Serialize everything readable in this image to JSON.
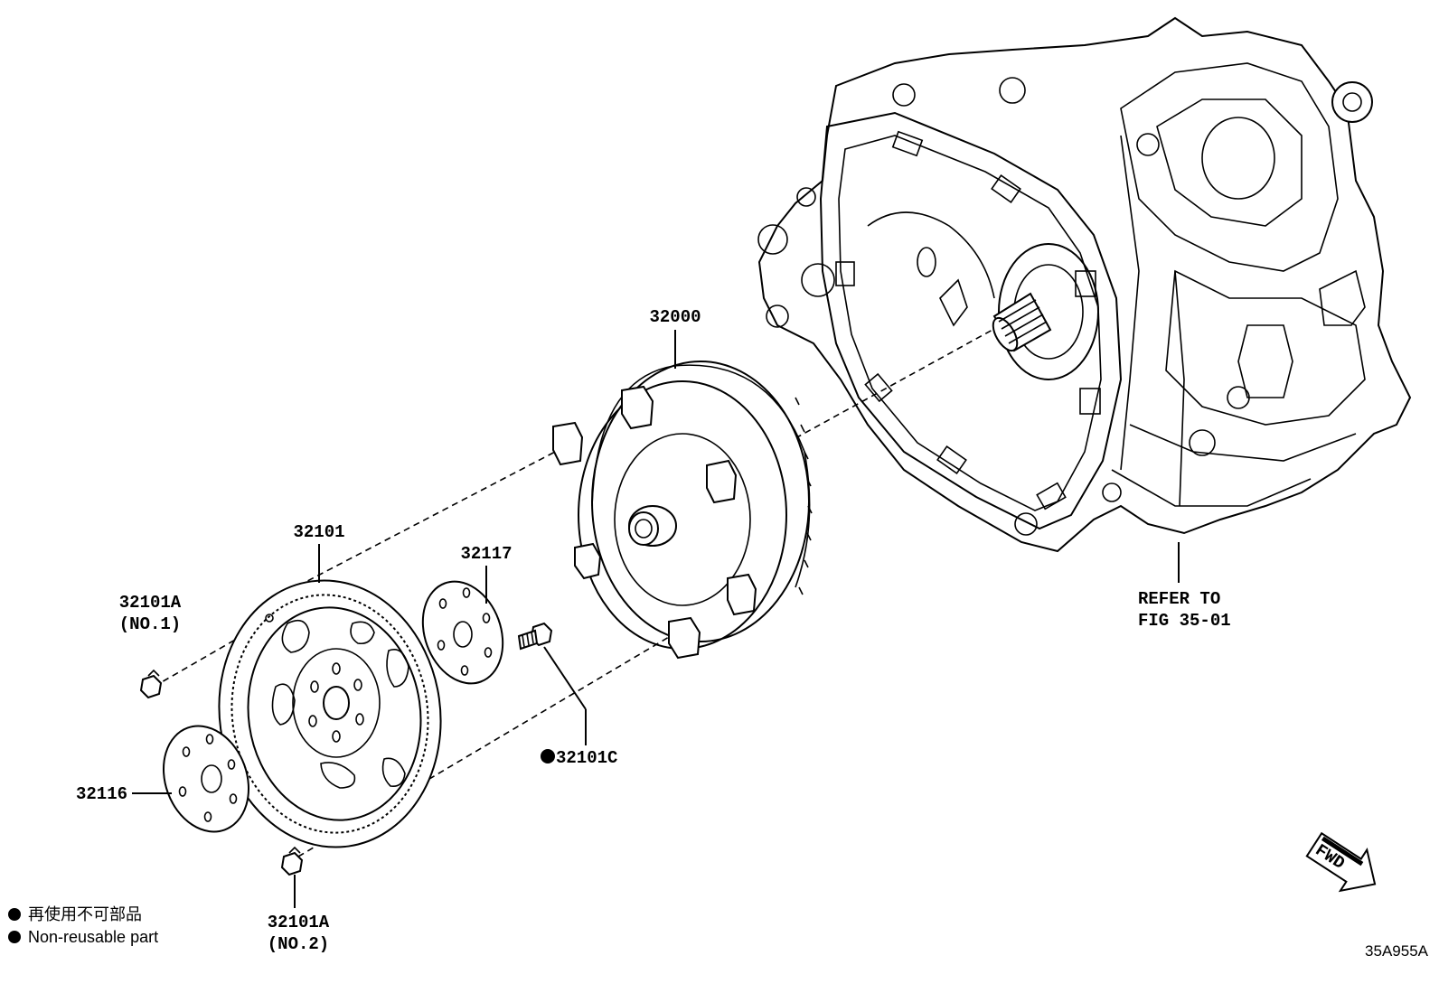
{
  "parts": {
    "torque_converter": "32000",
    "drive_plate": "32101",
    "bolt_no1_number": "32101A",
    "bolt_no1_suffix": "(NO.1)",
    "plate_32117": "32117",
    "plate_32116": "32116",
    "bolt_32101c": "32101C",
    "bolt_no2_number": "32101A",
    "bolt_no2_suffix": "(NO.2)"
  },
  "reference": {
    "line1": "REFER TO",
    "line2": "FIG 35-01"
  },
  "legend": {
    "japanese": "再使用不可部品",
    "english": "Non-reusable part"
  },
  "fwd_label": "FWD",
  "diagram_code": "35A955A"
}
